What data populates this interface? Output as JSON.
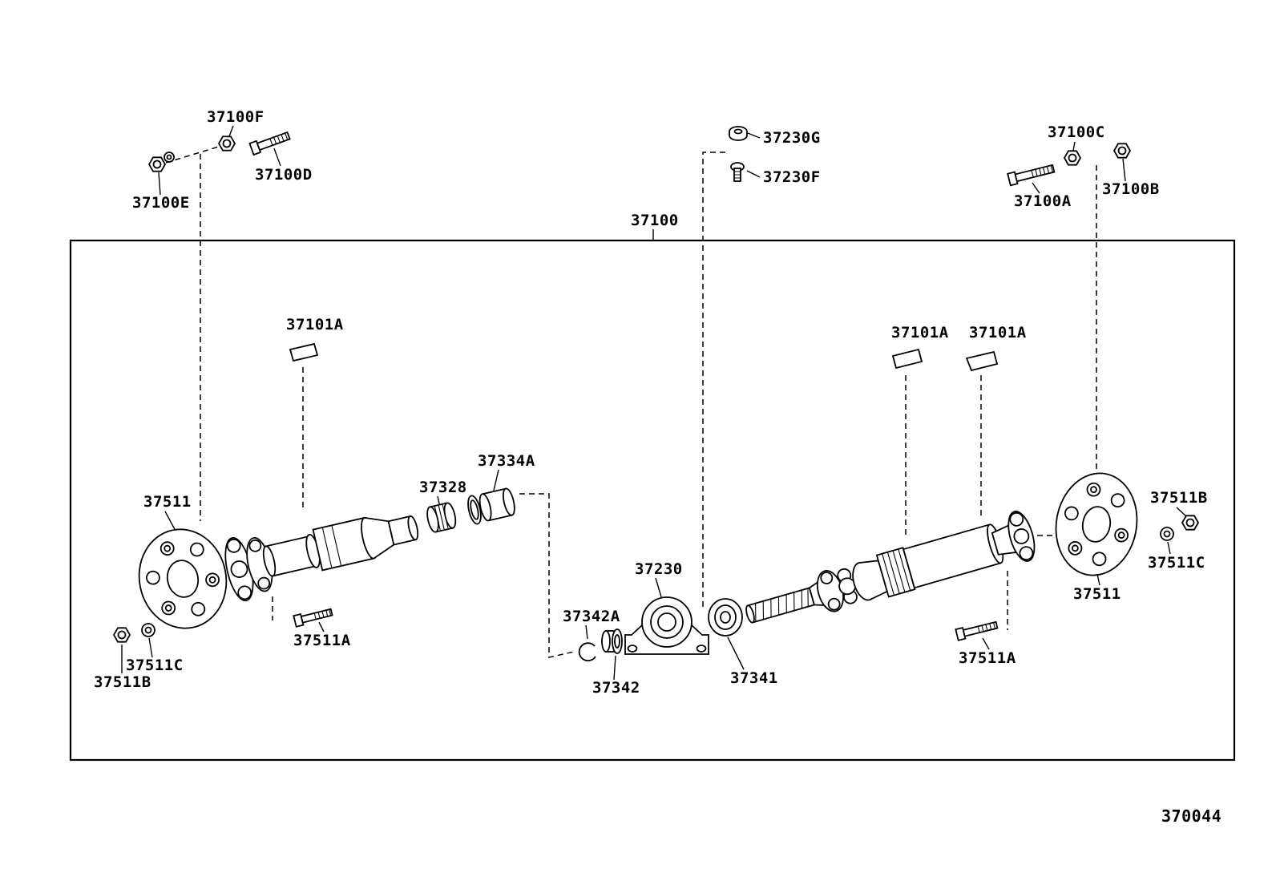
{
  "diagram": {
    "background_color": "#ffffff",
    "line_color": "#000000",
    "drawing_number": "370044"
  },
  "labels": [
    {
      "text": "37100F"
    },
    {
      "text": "37100D"
    },
    {
      "text": "37100E"
    },
    {
      "text": "37230G"
    },
    {
      "text": "37230F"
    },
    {
      "text": "37100C"
    },
    {
      "text": "37100B"
    },
    {
      "text": "37100A"
    },
    {
      "text": "37100"
    },
    {
      "text": "37101A"
    },
    {
      "text": "37101A"
    },
    {
      "text": "37101A"
    },
    {
      "text": "37334A"
    },
    {
      "text": "37328"
    },
    {
      "text": "37511"
    },
    {
      "text": "37511B"
    },
    {
      "text": "37511C"
    },
    {
      "text": "37230"
    },
    {
      "text": "37511"
    },
    {
      "text": "37342A"
    },
    {
      "text": "37511A"
    },
    {
      "text": "37511A"
    },
    {
      "text": "37511C"
    },
    {
      "text": "37511B"
    },
    {
      "text": "37342"
    },
    {
      "text": "37341"
    },
    {
      "text": "370044"
    }
  ]
}
